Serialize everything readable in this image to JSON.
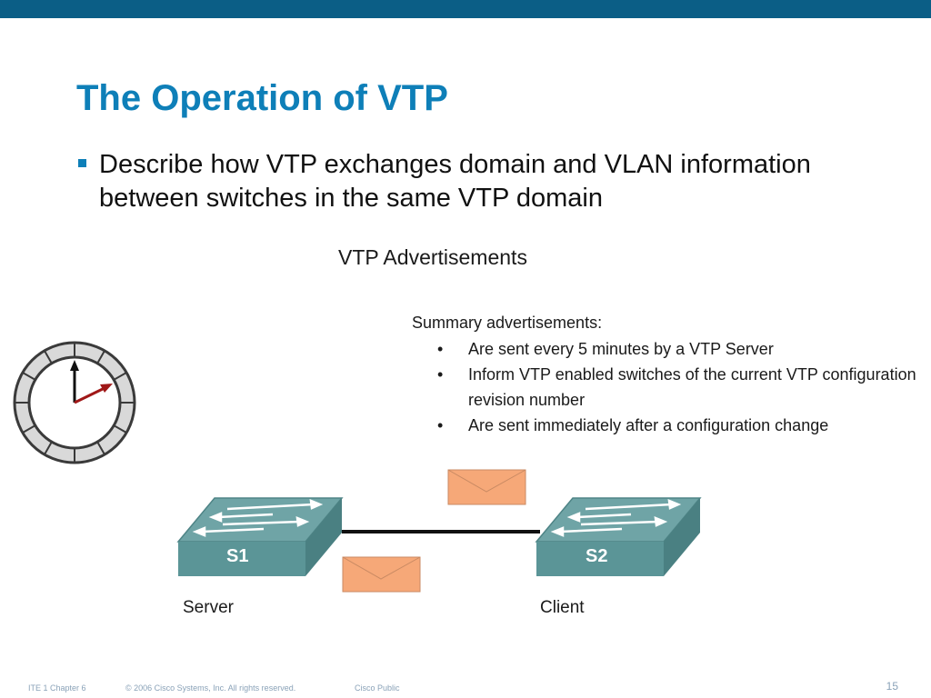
{
  "slide": {
    "title": "The Operation of VTP",
    "bullet": "Describe how VTP exchanges domain and VLAN information between switches in the same VTP domain"
  },
  "figure": {
    "title": "VTP Advertisements",
    "summary_heading": "Summary advertisements:",
    "summary_items": [
      "Are sent every 5 minutes by a VTP Server",
      "Inform VTP enabled switches of the current VTP configuration revision number",
      "Are sent immediately after a configuration change"
    ],
    "switches": [
      {
        "label": "S1",
        "role": "Server"
      },
      {
        "label": "S2",
        "role": "Client"
      }
    ],
    "icons": [
      "clock-icon",
      "envelope-icon"
    ]
  },
  "footer": {
    "course": "ITE 1 Chapter 6",
    "copyright": "© 2006 Cisco Systems, Inc. All rights reserved.",
    "classification": "Cisco Public",
    "page": "15"
  },
  "colors": {
    "header_bar": "#0b5e86",
    "title": "#0e7fb8",
    "switch": "#5f9ea0",
    "envelope": "#f6a878"
  }
}
